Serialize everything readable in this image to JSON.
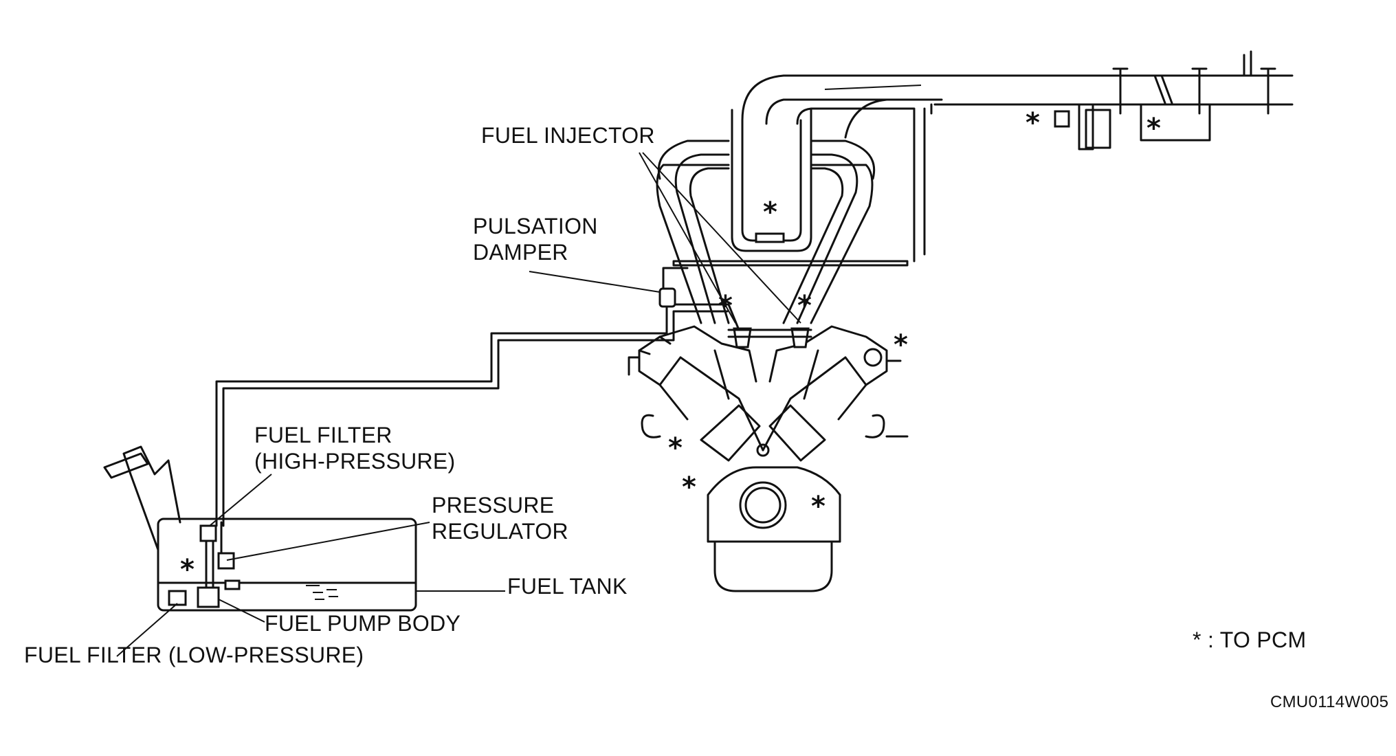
{
  "labels": {
    "fuel_injector": "FUEL INJECTOR",
    "pulsation_damper_1": "PULSATION",
    "pulsation_damper_2": "DAMPER",
    "fuel_filter_hp_1": "FUEL FILTER",
    "fuel_filter_hp_2": "(HIGH-PRESSURE)",
    "pressure_regulator_1": "PRESSURE",
    "pressure_regulator_2": "REGULATOR",
    "fuel_tank": "FUEL TANK",
    "fuel_pump_body": "FUEL PUMP BODY",
    "fuel_filter_lp": "FUEL FILTER (LOW-PRESSURE)"
  },
  "legend": {
    "text": "* : TO PCM"
  },
  "figure_code": "CMU0114W005"
}
